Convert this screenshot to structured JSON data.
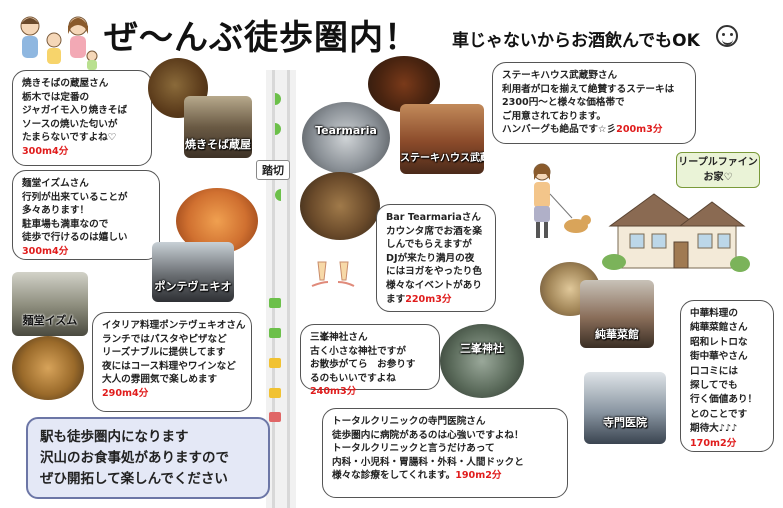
{
  "header": {
    "title": "ぜ〜んぶ徒歩圏内！",
    "subtitle": "車じゃないからお酒飲んでもOK"
  },
  "crossing": {
    "label": "踏切"
  },
  "icons": {
    "face": "smiling-face-icon",
    "family": "family-illustration-icon",
    "map_marker": "road-marker-icon"
  },
  "colors": {
    "distance_red": "#e01c1c",
    "station_box_bg": "#e4e8f6",
    "house_label_bg": "#eaf3d7"
  },
  "shops": {
    "yakisoba": {
      "lines": [
        "焼きそばの蔵屋さん",
        "栃木では定番の",
        "ジャガイモ入り焼きそば",
        "ソースの焼いた匂いが",
        "たまらないですよね♡"
      ],
      "distance": "300m4分",
      "photo_label": "焼きそば蔵屋"
    },
    "izumu": {
      "lines": [
        "麺堂イズムさん",
        "行列が出来ていることが",
        "多々あります！",
        "駐車場も満車なので",
        "徒歩で行けるのは嬉しい"
      ],
      "distance": "300m4分",
      "photo_label": "麺堂イズム"
    },
    "ponte": {
      "lines": [
        "イタリア料理ポンテヴェキオさん",
        "ランチではパスタやピザなど",
        "リーズナブルに提供してます",
        "夜にはコース料理やワインなど",
        "大人の雰囲気で楽しめます"
      ],
      "distance": "290m4分",
      "photo_label": "ポンテヴェキオ"
    },
    "steak": {
      "lines": [
        "ステーキハウス武蔵野さん",
        "利用者が口を揃えて絶賛するステーキは",
        "2300円〜と様々な価格帯で",
        "ご用意されております。"
      ],
      "last_line": "ハンバーグも絶品です☆彡",
      "distance": "200m3分",
      "photo_label": "ステーキハウス武蔵野"
    },
    "tearmaria": {
      "lines": [
        "Bar Tearmariaさん",
        "カウンタ席でお酒を楽",
        "しんでもらえますが",
        "DJが来たり満月の夜",
        "にはヨガをやったり色",
        "様々なイベントがあり"
      ],
      "last_line": "ます",
      "distance": "220m3分",
      "photo_label": "Tearmaria"
    },
    "shrine": {
      "lines": [
        "三峯神社さん",
        "古く小さな神社ですが",
        "お散歩がてら　お参りす",
        "るのもいいですよね"
      ],
      "distance": "240m3分",
      "photo_label": "三峯神社"
    },
    "clinic": {
      "lines": [
        "トータルクリニックの寺門医院さん",
        "徒歩圏内に病院があるのは心強いですよね！",
        "トータルクリニックと言うだけあって",
        "内科・小児科・胃腸科・外科・人間ドックと"
      ],
      "last_line": "様々な診療をしてくれます。",
      "distance": "190m2分",
      "photo_label": "寺門医院"
    },
    "chinese": {
      "lines": [
        "中華料理の",
        "純華菜館さん",
        "昭和レトロな",
        "街中華やさん",
        "口コミには",
        "探してでも",
        "行く価値あり！",
        "とのことです",
        "期待大♪♪♪"
      ],
      "distance": "170m2分",
      "photo_label": "純華菜館"
    }
  },
  "house": {
    "line1": "リープルファイン",
    "line2": "お家♡"
  },
  "station": {
    "lines": [
      "駅も徒歩圏内になります",
      "沢山のお食事処がありますので",
      "ぜひ開拓して楽しんでください"
    ]
  }
}
